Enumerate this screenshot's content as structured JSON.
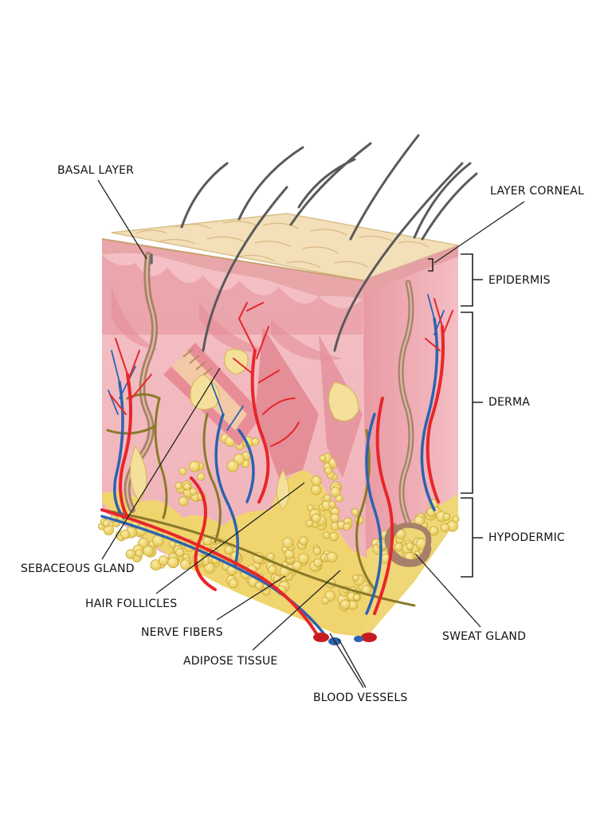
{
  "labels": {
    "basal_layer": "BASAL LAYER",
    "layer_corneal": "LAYER CORNEAL",
    "epidermis": "EPIDERMIS",
    "derma": "DERMA",
    "hypodermic": "HYPODERMIC",
    "sebaceous_gland": "SEBACEOUS GLAND",
    "hair_follicles": "HAIR FOLLICLES",
    "nerve_fibers": "NERVE FIBERS",
    "adipose_tissue": "ADIPOSE TISSUE",
    "blood_vessels": "BLOOD VESSELS",
    "sweat_gland": "SWEAT GLAND"
  },
  "colors": {
    "corneal_top": "#f3dfb8",
    "epidermis": "#e8a6a8",
    "derma": "#f2b7bd",
    "derma_dark": "#d9858e",
    "adipose": "#f2dc7a",
    "artery": "#e8262a",
    "vein": "#2c63b0",
    "nerve": "#8a7a2a",
    "gland": "#a88a6a",
    "hair": "#555555"
  }
}
